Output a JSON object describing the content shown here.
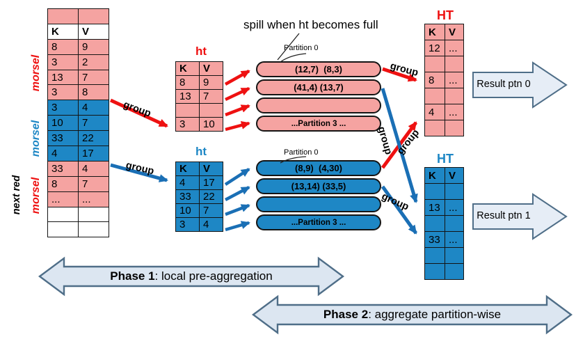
{
  "colors": {
    "pink": "#F5A3A1",
    "blue": "#1E87C5",
    "red_accent": "#EE1111",
    "blue_arrow": "#1A6FB5",
    "banner_fill": "#DCE6F1",
    "banner_stroke": "#4F6E88"
  },
  "labels": {
    "spill_note": "spill when ht becomes full",
    "group": "group"
  },
  "morsels": {
    "red1": "morsel",
    "blue": "morsel",
    "red2": "morsel",
    "next_red": "next red"
  },
  "input_table": {
    "headers": {
      "k": "K",
      "v": "V"
    },
    "rows": [
      {
        "k": "",
        "v": ""
      },
      {
        "k": "8",
        "v": "9"
      },
      {
        "k": "3",
        "v": "2"
      },
      {
        "k": "13",
        "v": "7"
      },
      {
        "k": "3",
        "v": "8"
      },
      {
        "k": "3",
        "v": "4"
      },
      {
        "k": "10",
        "v": "7"
      },
      {
        "k": "33",
        "v": "22"
      },
      {
        "k": "4",
        "v": "17"
      },
      {
        "k": "33",
        "v": "4"
      },
      {
        "k": "8",
        "v": "7"
      },
      {
        "k": "...",
        "v": "..."
      },
      {
        "k": "",
        "v": ""
      },
      {
        "k": "",
        "v": ""
      }
    ]
  },
  "ht_red": {
    "title": "ht",
    "headers": {
      "k": "K",
      "v": "V"
    },
    "rows": [
      {
        "k": "8",
        "v": "9"
      },
      {
        "k": "13",
        "v": "7"
      },
      {
        "k": "",
        "v": ""
      },
      {
        "k": "3",
        "v": "10"
      }
    ]
  },
  "ht_blue": {
    "title": "ht",
    "headers": {
      "k": "K",
      "v": "V"
    },
    "rows": [
      {
        "k": "4",
        "v": "17"
      },
      {
        "k": "33",
        "v": "22"
      },
      {
        "k": "10",
        "v": "7"
      },
      {
        "k": "3",
        "v": "4"
      }
    ]
  },
  "partitions_red": {
    "label": "Partition 0",
    "items": [
      "(12,7)  (8,3)",
      "(41,4) (13,7)",
      "",
      "...Partition 3 ..."
    ]
  },
  "partitions_blue": {
    "label": "Partition 0",
    "items": [
      "(8,9)  (4,30)",
      "(13,14) (33,5)",
      "",
      "...Partition 3 ..."
    ]
  },
  "HT_red": {
    "title": "HT",
    "headers": {
      "k": "K",
      "v": "V"
    },
    "rows": [
      {
        "k": "12",
        "v": "..."
      },
      {
        "k": "",
        "v": ""
      },
      {
        "k": "8",
        "v": "..."
      },
      {
        "k": "",
        "v": ""
      },
      {
        "k": "4",
        "v": "..."
      },
      {
        "k": "",
        "v": ""
      }
    ]
  },
  "HT_blue": {
    "title": "HT",
    "headers": {
      "k": "K",
      "v": "V"
    },
    "rows": [
      {
        "k": "",
        "v": ""
      },
      {
        "k": "13",
        "v": "..."
      },
      {
        "k": "",
        "v": ""
      },
      {
        "k": "33",
        "v": "..."
      },
      {
        "k": "",
        "v": ""
      },
      {
        "k": "",
        "v": ""
      }
    ]
  },
  "results": [
    {
      "label": "Result ptn 0"
    },
    {
      "label": "Result ptn 1"
    }
  ],
  "phases": [
    {
      "bold": "Phase 1",
      "rest": ": local pre-aggregation"
    },
    {
      "bold": "Phase 2",
      "rest": ": aggregate partition-wise"
    }
  ]
}
